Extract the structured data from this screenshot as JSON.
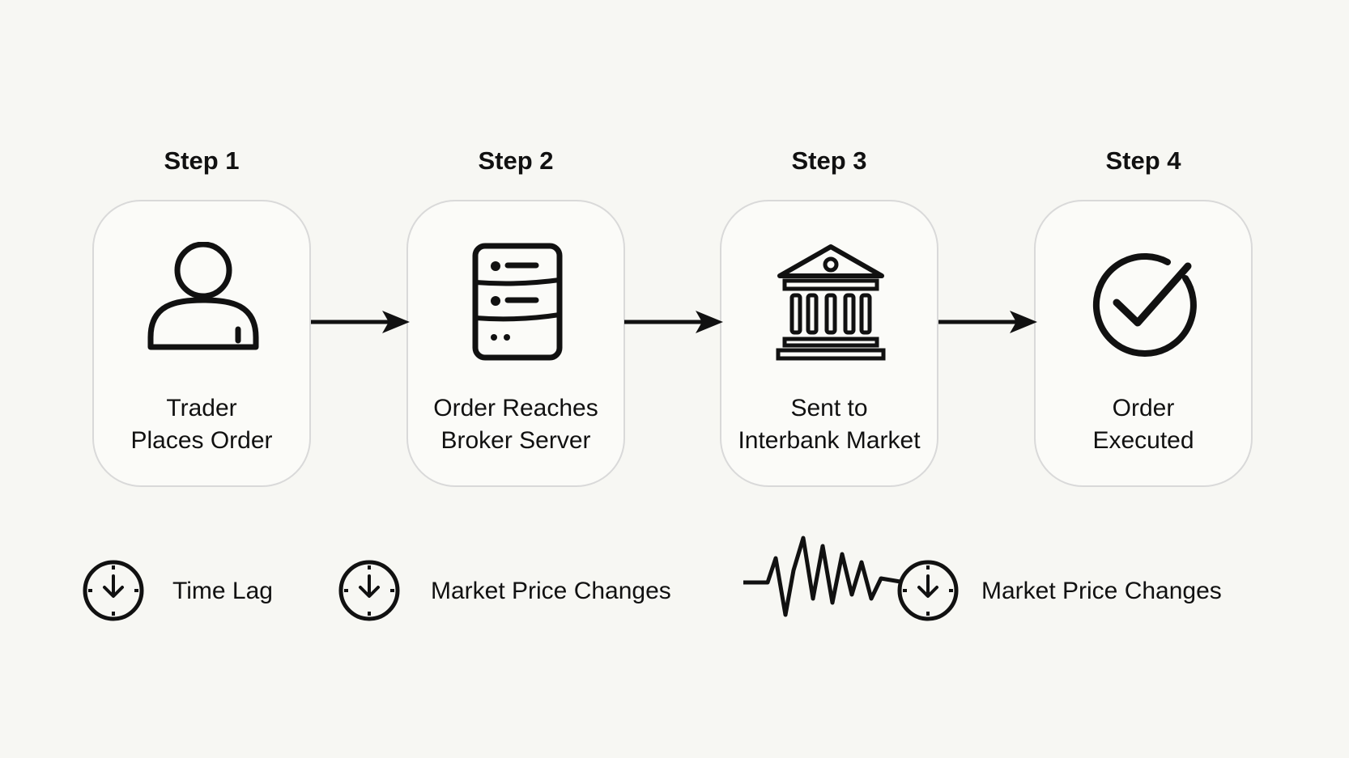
{
  "steps": [
    {
      "heading": "Step 1",
      "label": "Trader\nPlaces Order",
      "icon": "user-icon"
    },
    {
      "heading": "Step 2",
      "label": "Order Reaches\nBroker Server",
      "icon": "server-icon"
    },
    {
      "heading": "Step 3",
      "label": "Sent to\nInterbank Market",
      "icon": "bank-icon"
    },
    {
      "heading": "Step 4",
      "label": "Order\nExecuted",
      "icon": "check-circle-icon"
    }
  ],
  "notes": [
    {
      "text": "Time Lag",
      "icon": "clock-icon"
    },
    {
      "text": "Market Price Changes",
      "icon": "clock-icon"
    },
    {
      "text": "Market Price Changes",
      "icon": "clock-icon",
      "extra_icon": "pulse-wave-icon"
    }
  ],
  "colors": {
    "background": "#f7f7f3",
    "stroke": "#111111",
    "card_border": "#d9d9d9"
  }
}
